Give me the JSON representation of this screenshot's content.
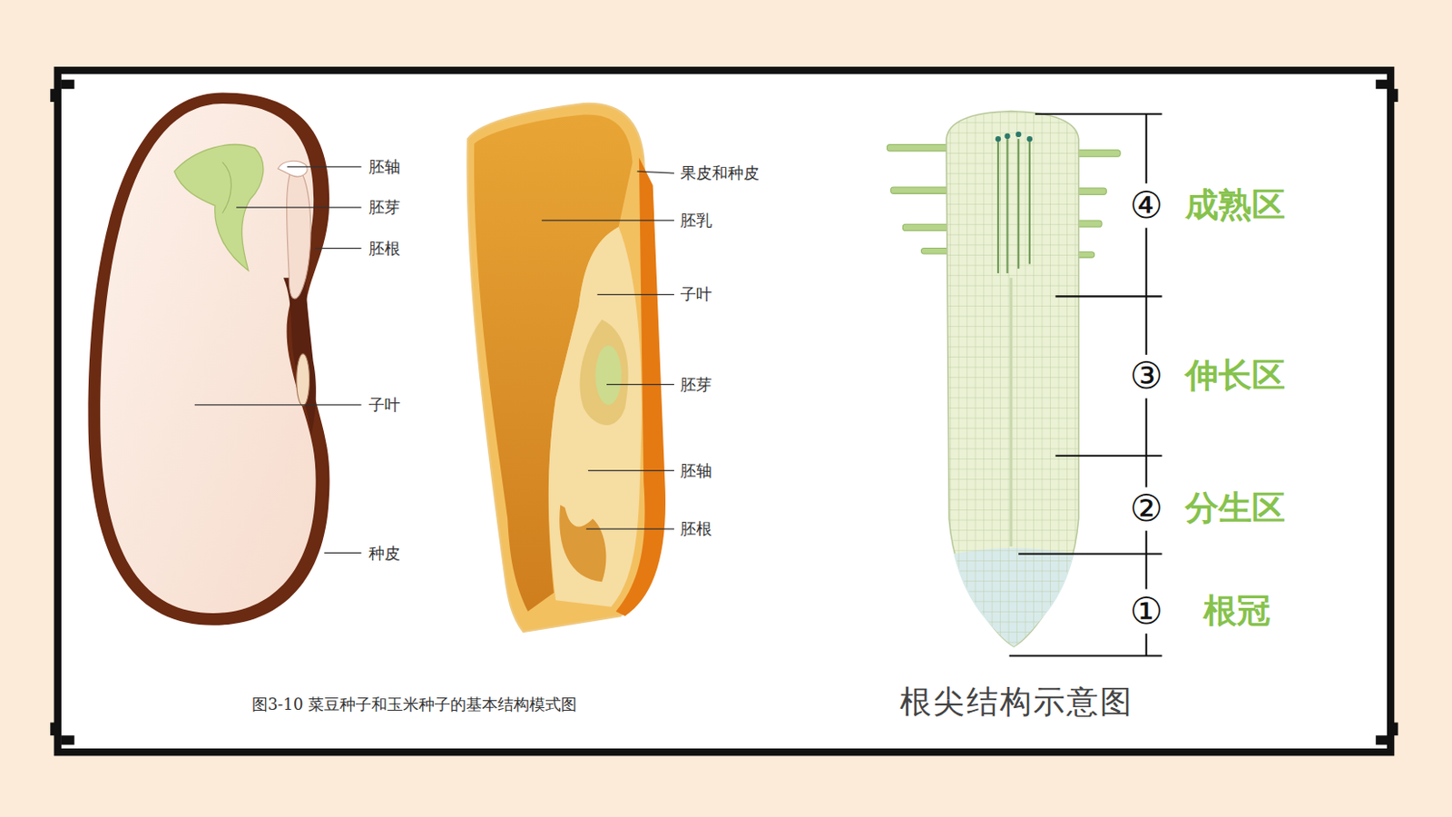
{
  "diagram": {
    "caption": "图3-10 菜豆种子和玉米种子的基本结构模式图",
    "labels": [
      "胚轴",
      "胚芽",
      "胚根",
      "子叶",
      "种皮",
      "果皮和种皮",
      "胚乳",
      "子叶",
      "胚芽",
      "胚轴",
      "胚根",
      "④",
      "成熟区",
      "③",
      "伸长区",
      "②",
      "分生区",
      "①",
      "根冠",
      "根尖结构示意图"
    ]
  }
}
